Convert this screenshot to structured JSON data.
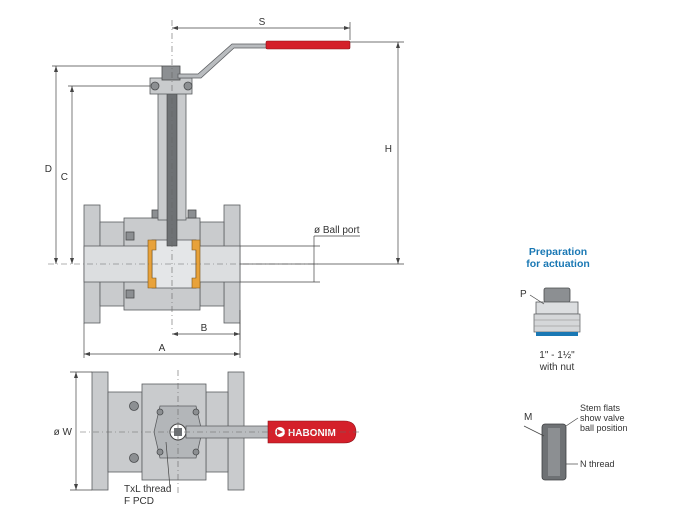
{
  "labels": {
    "s": "S",
    "h": "H",
    "d": "D",
    "c": "C",
    "ball_port": "ø Ball port",
    "b": "B",
    "a": "A",
    "w": "ø W",
    "txl_thread": "TxL thread",
    "f_pcd": "F PCD",
    "brand": "HABONIM",
    "prep_title_1": "Preparation",
    "prep_title_2": "for actuation",
    "p": "P",
    "size_range": "1\" - 1½\"",
    "with_nut": "with nut",
    "m": "M",
    "stem_flats_1": "Stem flats",
    "stem_flats_2": "show valve",
    "stem_flats_3": "ball position",
    "n_thread": "N thread"
  },
  "colors": {
    "handle_red": "#d4202a",
    "seat_orange": "#e8a23a",
    "accent_blue": "#1a78b4",
    "body_grey": "#c9cbcd"
  }
}
